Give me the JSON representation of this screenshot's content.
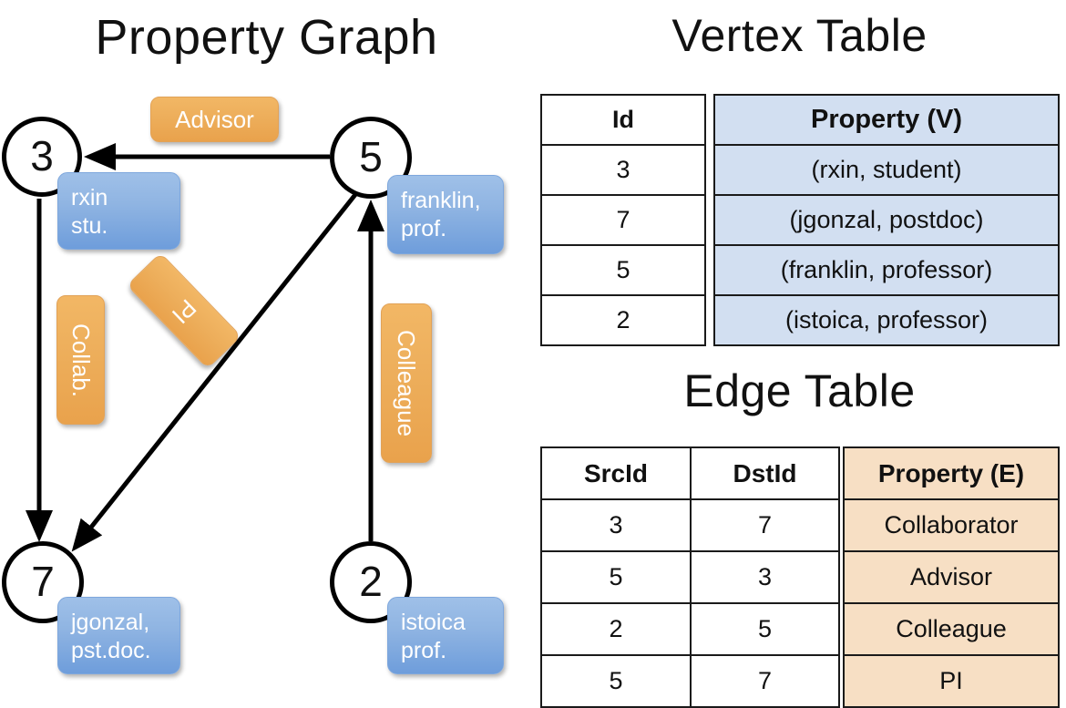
{
  "titles": {
    "property_graph": "Property Graph",
    "vertex_table": "Vertex Table",
    "edge_table": "Edge Table"
  },
  "graph": {
    "nodes": [
      {
        "id": "3",
        "label": "3",
        "property_line1": "rxin",
        "property_line2": "stu."
      },
      {
        "id": "5",
        "label": "5",
        "property_line1": "franklin,",
        "property_line2": "prof."
      },
      {
        "id": "7",
        "label": "7",
        "property_line1": "jgonzal,",
        "property_line2": "pst.doc."
      },
      {
        "id": "2",
        "label": "2",
        "property_line1": "istoica",
        "property_line2": "prof."
      }
    ],
    "edge_labels": {
      "advisor": "Advisor",
      "collab": "Collab.",
      "pi": "PI",
      "colleague": "Colleague"
    },
    "colors": {
      "node_fill": "#ffffff",
      "node_stroke": "#000000",
      "property_box": "#8fb4e2",
      "edge_badge": "#edae5b",
      "edge_line": "#000000"
    }
  },
  "vertex_table": {
    "headers": [
      "Id",
      "Property (V)"
    ],
    "rows": [
      {
        "id": "3",
        "property": "(rxin, student)"
      },
      {
        "id": "7",
        "property": "(jgonzal, postdoc)"
      },
      {
        "id": "5",
        "property": "(franklin, professor)"
      },
      {
        "id": "2",
        "property": "(istoica, professor)"
      }
    ],
    "header_fill": "#d2dff1",
    "cell_fill": "#d2dff1"
  },
  "edge_table": {
    "headers": [
      "SrcId",
      "DstId",
      "Property (E)"
    ],
    "rows": [
      {
        "src": "3",
        "dst": "7",
        "property": "Collaborator"
      },
      {
        "src": "5",
        "dst": "3",
        "property": "Advisor"
      },
      {
        "src": "2",
        "dst": "5",
        "property": "Colleague"
      },
      {
        "src": "5",
        "dst": "7",
        "property": "PI"
      }
    ],
    "header_fill": "#f7dfc4",
    "cell_fill": "#f7dfc4"
  }
}
